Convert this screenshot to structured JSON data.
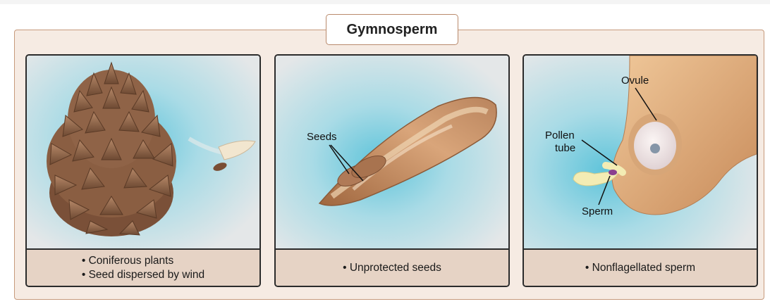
{
  "title": "Gymnosperm",
  "panels": [
    {
      "captions": [
        "Coniferous plants",
        "Seed dispersed by wind"
      ]
    },
    {
      "captions": [
        "Unprotected seeds"
      ],
      "labels": {
        "seeds": "Seeds"
      }
    },
    {
      "captions": [
        "Nonflagellated sperm"
      ],
      "labels": {
        "ovule": "Ovule",
        "pollen_tube_1": "Pollen",
        "pollen_tube_2": "tube",
        "sperm": "Sperm"
      }
    }
  ],
  "colors": {
    "panel_border": "#2b2b2b",
    "caption_bg": "#e6d3c5",
    "frame_bg": "#f6ebe3",
    "frame_border": "#c79a7c",
    "glow": "#7fcfe0"
  },
  "icons": [
    "pine-cone-icon",
    "winged-seed-icon",
    "cone-scale-icon",
    "ovule-icon"
  ]
}
